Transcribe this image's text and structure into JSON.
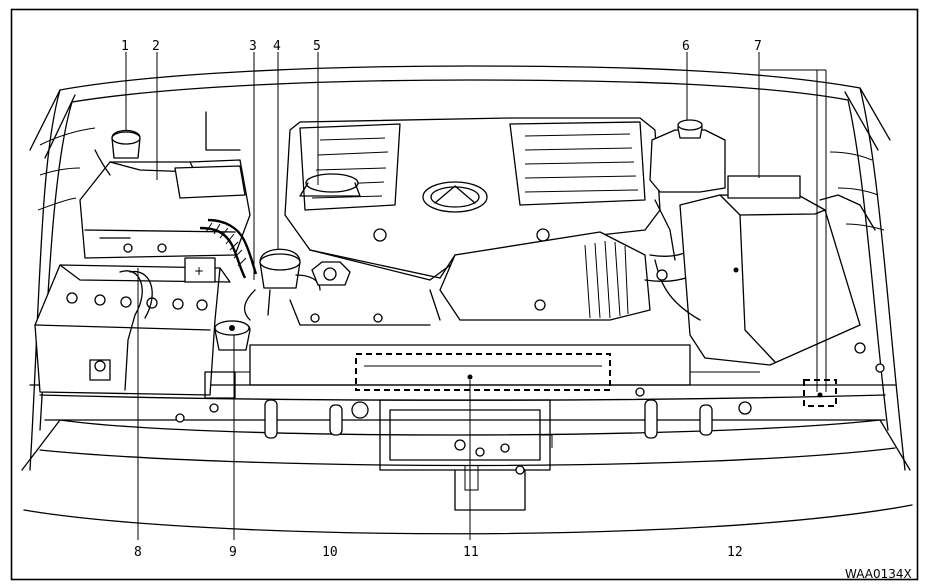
{
  "diagram": {
    "figure_code": "WAA0134X",
    "callouts": [
      {
        "id": "c1",
        "label": "1"
      },
      {
        "id": "c2",
        "label": "2"
      },
      {
        "id": "c3",
        "label": "3"
      },
      {
        "id": "c4",
        "label": "4"
      },
      {
        "id": "c5",
        "label": "5"
      },
      {
        "id": "c6",
        "label": "6"
      },
      {
        "id": "c7",
        "label": "7"
      },
      {
        "id": "c8",
        "label": "8"
      },
      {
        "id": "c9",
        "label": "9"
      },
      {
        "id": "c10",
        "label": "10"
      },
      {
        "id": "c11",
        "label": "11"
      },
      {
        "id": "c12",
        "label": "12"
      }
    ]
  }
}
